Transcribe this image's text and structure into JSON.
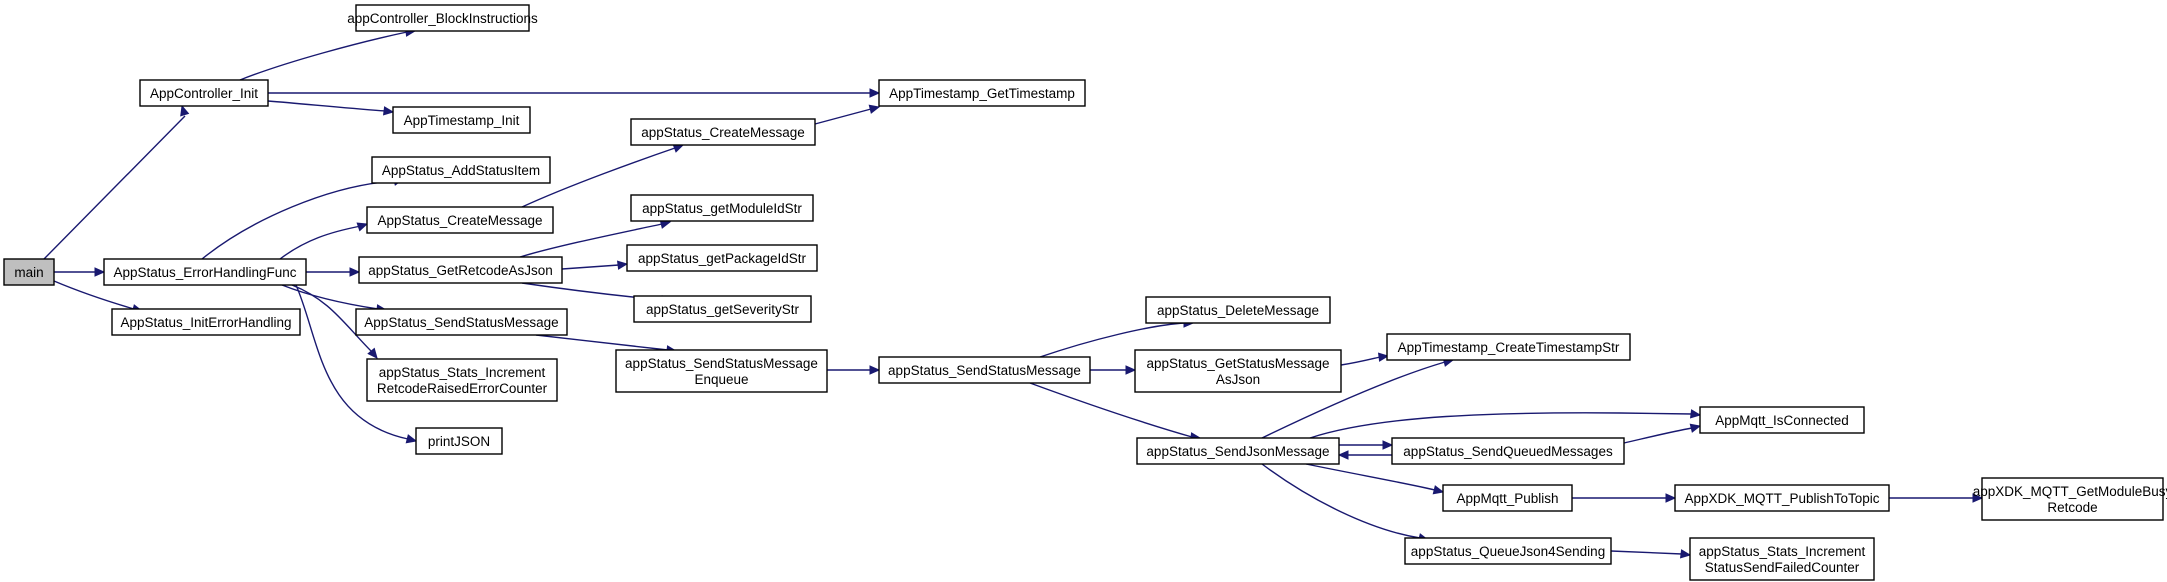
{
  "diagram": {
    "colors": {
      "edge": "#191970",
      "node_border": "#000000",
      "root_fill": "#bfbfbf",
      "node_fill": "#ffffff"
    },
    "nodes": [
      {
        "id": "main",
        "lines": [
          "main"
        ]
      },
      {
        "id": "ac_init",
        "lines": [
          "AppController_Init"
        ]
      },
      {
        "id": "ac_block",
        "lines": [
          "appController_BlockInstructions"
        ]
      },
      {
        "id": "ts_init",
        "lines": [
          "AppTimestamp_Init"
        ]
      },
      {
        "id": "ts_get",
        "lines": [
          "AppTimestamp_GetTimestamp"
        ]
      },
      {
        "id": "err_func",
        "lines": [
          "AppStatus_ErrorHandlingFunc"
        ]
      },
      {
        "id": "init_err",
        "lines": [
          "AppStatus_InitErrorHandling"
        ]
      },
      {
        "id": "add_item",
        "lines": [
          "AppStatus_AddStatusItem"
        ]
      },
      {
        "id": "create_msg_pub",
        "lines": [
          "AppStatus_CreateMessage"
        ]
      },
      {
        "id": "create_msg",
        "lines": [
          "appStatus_CreateMessage"
        ]
      },
      {
        "id": "get_retcode",
        "lines": [
          "appStatus_GetRetcodeAsJson"
        ]
      },
      {
        "id": "mod_id",
        "lines": [
          "appStatus_getModuleIdStr"
        ]
      },
      {
        "id": "pkg_id",
        "lines": [
          "appStatus_getPackageIdStr"
        ]
      },
      {
        "id": "sev",
        "lines": [
          "appStatus_getSeverityStr"
        ]
      },
      {
        "id": "send_status_pub",
        "lines": [
          "AppStatus_SendStatusMessage"
        ]
      },
      {
        "id": "stats_raised",
        "lines": [
          "appStatus_Stats_Increment",
          "RetcodeRaisedErrorCounter"
        ]
      },
      {
        "id": "print_json",
        "lines": [
          "printJSON"
        ]
      },
      {
        "id": "enqueue",
        "lines": [
          "appStatus_SendStatusMessage",
          "Enqueue"
        ]
      },
      {
        "id": "send_status",
        "lines": [
          "appStatus_SendStatusMessage"
        ]
      },
      {
        "id": "delete_msg",
        "lines": [
          "appStatus_DeleteMessage"
        ]
      },
      {
        "id": "get_status_json",
        "lines": [
          "appStatus_GetStatusMessage",
          "AsJson"
        ]
      },
      {
        "id": "ts_create",
        "lines": [
          "AppTimestamp_CreateTimestampStr"
        ]
      },
      {
        "id": "send_json",
        "lines": [
          "appStatus_SendJsonMessage"
        ]
      },
      {
        "id": "send_queued",
        "lines": [
          "appStatus_SendQueuedMessages"
        ]
      },
      {
        "id": "is_connected",
        "lines": [
          "AppMqtt_IsConnected"
        ]
      },
      {
        "id": "publish",
        "lines": [
          "AppMqtt_Publish"
        ]
      },
      {
        "id": "publish_topic",
        "lines": [
          "AppXDK_MQTT_PublishToTopic"
        ]
      },
      {
        "id": "busy",
        "lines": [
          "appXDK_MQTT_GetModuleBusy",
          "Retcode"
        ]
      },
      {
        "id": "queue_json",
        "lines": [
          "appStatus_QueueJson4Sending"
        ]
      },
      {
        "id": "stats_failed",
        "lines": [
          "appStatus_Stats_Increment",
          "StatusSendFailedCounter"
        ]
      }
    ],
    "edges": [
      {
        "from": "main",
        "to": "ac_init"
      },
      {
        "from": "main",
        "to": "err_func"
      },
      {
        "from": "main",
        "to": "init_err"
      },
      {
        "from": "ac_init",
        "to": "ac_block"
      },
      {
        "from": "ac_init",
        "to": "ts_get"
      },
      {
        "from": "ac_init",
        "to": "ts_init"
      },
      {
        "from": "err_func",
        "to": "add_item"
      },
      {
        "from": "err_func",
        "to": "create_msg_pub"
      },
      {
        "from": "err_func",
        "to": "get_retcode"
      },
      {
        "from": "err_func",
        "to": "send_status_pub"
      },
      {
        "from": "err_func",
        "to": "stats_raised"
      },
      {
        "from": "err_func",
        "to": "print_json"
      },
      {
        "from": "create_msg_pub",
        "to": "create_msg"
      },
      {
        "from": "create_msg",
        "to": "ts_get"
      },
      {
        "from": "get_retcode",
        "to": "mod_id"
      },
      {
        "from": "get_retcode",
        "to": "pkg_id"
      },
      {
        "from": "get_retcode",
        "to": "sev"
      },
      {
        "from": "send_status_pub",
        "to": "enqueue"
      },
      {
        "from": "enqueue",
        "to": "send_status"
      },
      {
        "from": "send_status",
        "to": "delete_msg"
      },
      {
        "from": "send_status",
        "to": "get_status_json"
      },
      {
        "from": "send_status",
        "to": "send_json"
      },
      {
        "from": "get_status_json",
        "to": "ts_create"
      },
      {
        "from": "send_json",
        "to": "ts_create"
      },
      {
        "from": "send_json",
        "to": "is_connected"
      },
      {
        "from": "send_json",
        "to": "send_queued"
      },
      {
        "from": "send_json",
        "to": "publish"
      },
      {
        "from": "send_json",
        "to": "queue_json"
      },
      {
        "from": "send_queued",
        "to": "send_json"
      },
      {
        "from": "send_queued",
        "to": "is_connected"
      },
      {
        "from": "publish",
        "to": "publish_topic"
      },
      {
        "from": "publish_topic",
        "to": "busy"
      },
      {
        "from": "queue_json",
        "to": "stats_failed"
      }
    ]
  }
}
